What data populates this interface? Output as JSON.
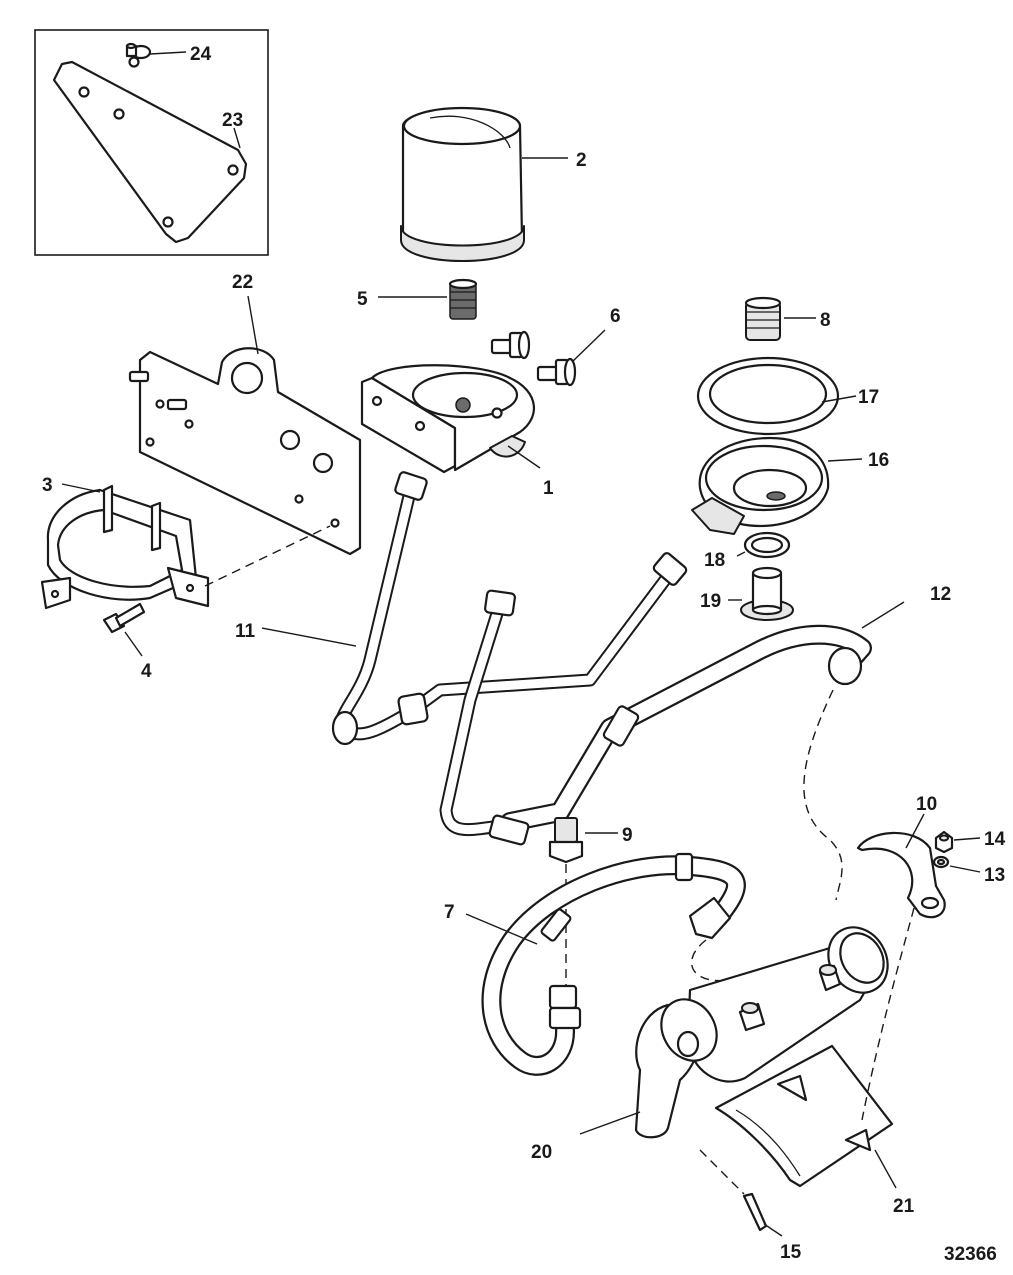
{
  "callouts": {
    "c1": "1",
    "c2": "2",
    "c3": "3",
    "c4": "4",
    "c5": "5",
    "c6": "6",
    "c7": "7",
    "c8": "8",
    "c9": "9",
    "c10": "10",
    "c11": "11",
    "c12": "12",
    "c13": "13",
    "c14": "14",
    "c15": "15",
    "c16": "16",
    "c17": "17",
    "c18": "18",
    "c19": "19",
    "c20": "20",
    "c21": "21",
    "c22": "22",
    "c23": "23",
    "c24": "24"
  },
  "figure_number": "32366"
}
